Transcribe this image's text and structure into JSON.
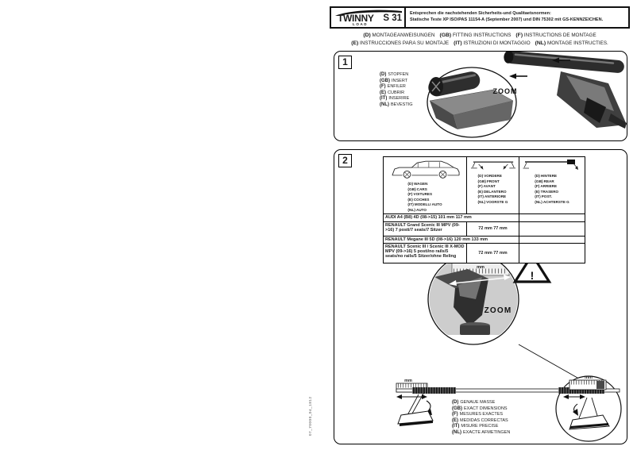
{
  "header": {
    "brand": "TWINNY",
    "brand_sub": "LOAD",
    "model": "S 31",
    "norms_line1": "Entsprechen die nachstehenden Sicherheits-und Qualitaetsnormen:",
    "norms_line2": "Statische Teste XP ISO/PAS 11154-A (September 2007) und DIN 75302 mit GS-KENNZEICHEN."
  },
  "instructions": {
    "line1": [
      {
        "code": "(D)",
        "text": "MONTAGEANWEISUNGEN"
      },
      {
        "code": "(GB)",
        "text": "FITTING INSTRUCTIONS"
      },
      {
        "code": "(F)",
        "text": "INSTRUCTIONS DE MONTAGE"
      }
    ],
    "line2": [
      {
        "code": "(E)",
        "text": "INSTRUCCIONES PARA SU MONTAJE"
      },
      {
        "code": "(IT)",
        "text": "ISTRUZIONI DI MONTAGGIO"
      },
      {
        "code": "(NL)",
        "text": "MONTAGE INSTRUCTIES."
      }
    ]
  },
  "step1": {
    "number": "1",
    "zoom_label": "ZOOM",
    "labels": [
      {
        "code": "(D)",
        "text": "STOPFEN"
      },
      {
        "code": "(GB)",
        "text": "INSERT"
      },
      {
        "code": "(F)",
        "text": "ENFILER"
      },
      {
        "code": "(E)",
        "text": "CUBRIR"
      },
      {
        "code": "(IT)",
        "text": "INSERIRE"
      },
      {
        "code": "(NL)",
        "text": "BEVESTIG"
      }
    ]
  },
  "step2": {
    "number": "2",
    "zoom_label": "ZOOM",
    "ruler_unit": "mm",
    "warning_mark": "!",
    "table": {
      "car_labels": [
        {
          "code": "(D)",
          "text": "WAGEN"
        },
        {
          "code": "(GB)",
          "text": "CARS"
        },
        {
          "code": "(F)",
          "text": "VOITURES"
        },
        {
          "code": "(E)",
          "text": "COCHES"
        },
        {
          "code": "(IT)",
          "text": "MODELLI AUTO"
        },
        {
          "code": "(NL)",
          "text": "AUTO"
        }
      ],
      "front_labels": [
        {
          "code": "(D)",
          "text": "VORDERE"
        },
        {
          "code": "(GB)",
          "text": "FRONT"
        },
        {
          "code": "(F)",
          "text": "AVANT"
        },
        {
          "code": "(E)",
          "text": "DELANTERO"
        },
        {
          "code": "(IT)",
          "text": "ANTERIORE"
        },
        {
          "code": "(NL)",
          "text": "VOORSTE G"
        }
      ],
      "rear_labels": [
        {
          "code": "(D)",
          "text": "HINTERE"
        },
        {
          "code": "(GB)",
          "text": "REAR"
        },
        {
          "code": "(F)",
          "text": "ARRIERE"
        },
        {
          "code": "(E)",
          "text": "TRASERO"
        },
        {
          "code": "(IT)",
          "text": "POST."
        },
        {
          "code": "(NL)",
          "text": "ACHTERSTE G"
        }
      ],
      "rows": [
        {
          "car": "AUDI A4 (B8) 4D (08->15) 101 mm 117 mm",
          "front": "",
          "rear": ""
        },
        {
          "car": "RENAULT Grand Scenic III MPV (09->16) 7 posti/7 seats/7 Sitzer",
          "front": "72 mm 77 mm",
          "rear": ""
        },
        {
          "car": "RENAULT Megane III 5D (08->16) 120 mm 133 mm",
          "front": "",
          "rear": ""
        },
        {
          "car": "RENAULT Scenic III / Scenic III X-MOD MPV (09->16) 5 posti/no rails/5 seats/no rails/5 Sitzer/ohne Reling",
          "front": "72 mm 77 mm",
          "rear": ""
        }
      ]
    },
    "dimension_labels": [
      {
        "code": "(D)",
        "text": "GENAUE MASSE"
      },
      {
        "code": "(GB)",
        "text": "EXACT DIMENSIONS"
      },
      {
        "code": "(F)",
        "text": "MESURES EXACTES"
      },
      {
        "code": "(E)",
        "text": "MEDIDAS CORRECTAS"
      },
      {
        "code": "(IT)",
        "text": "MISURE PRECISE"
      },
      {
        "code": "(NL)",
        "text": "EXACTE AFMETINGEN"
      }
    ]
  },
  "doc_number": "07_70000_04_1812",
  "colors": {
    "ink": "#1c1c1c",
    "photo_dark": "#2c2c2c",
    "photo_mid": "#707070",
    "photo_light": "#cdcdcd"
  }
}
